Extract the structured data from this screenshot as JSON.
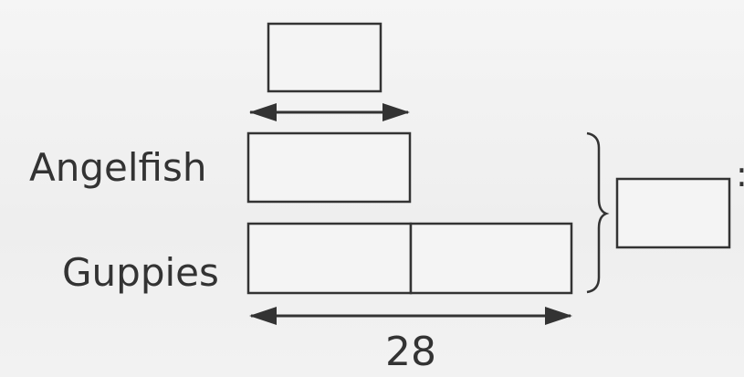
{
  "rows": [
    {
      "label": "Angelfish",
      "units": 1
    },
    {
      "label": "Guppies",
      "units": 2
    }
  ],
  "guppies_total": "28",
  "side_mark": ":",
  "colors": {
    "ink": "#333333",
    "box_fill": "#f4f4f4",
    "paper": "#f3f3f3"
  }
}
